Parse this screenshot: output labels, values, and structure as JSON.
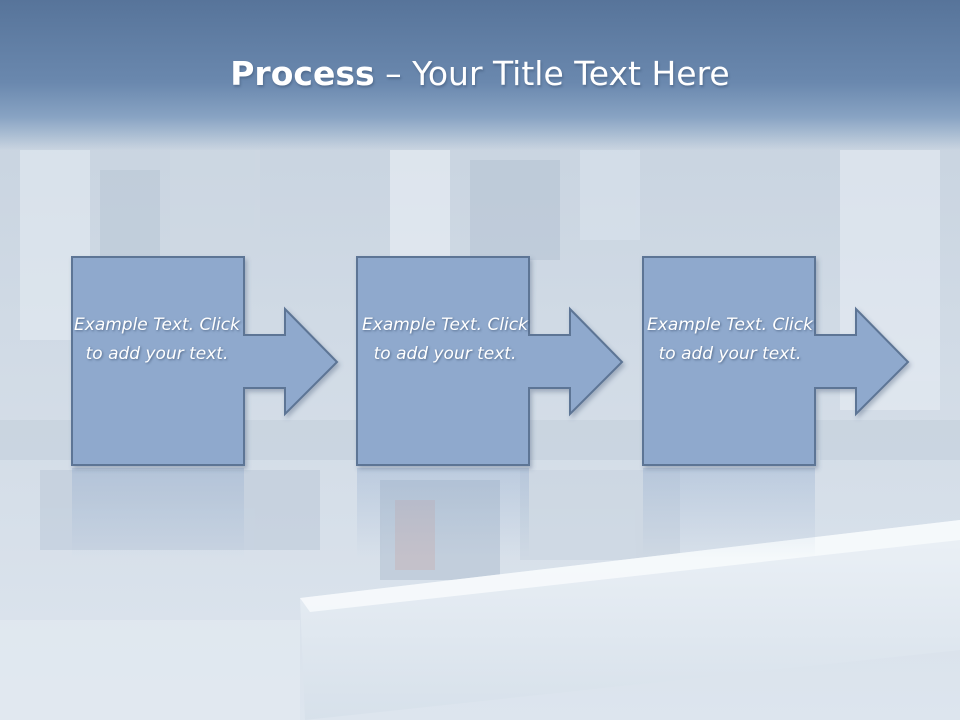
{
  "slide": {
    "title_bold": "Process",
    "title_rest": " – Your Title Text Here"
  },
  "steps": [
    {
      "text": "Example Text. Click  to add your text."
    },
    {
      "text": "Example Text. Click  to add your text."
    },
    {
      "text": "Example Text. Click  to add your text."
    }
  ],
  "colors": {
    "title_band": "#6a88ae",
    "box_fill": "#8fa9cd",
    "box_stroke": "#5d7595",
    "text": "#ffffff"
  }
}
